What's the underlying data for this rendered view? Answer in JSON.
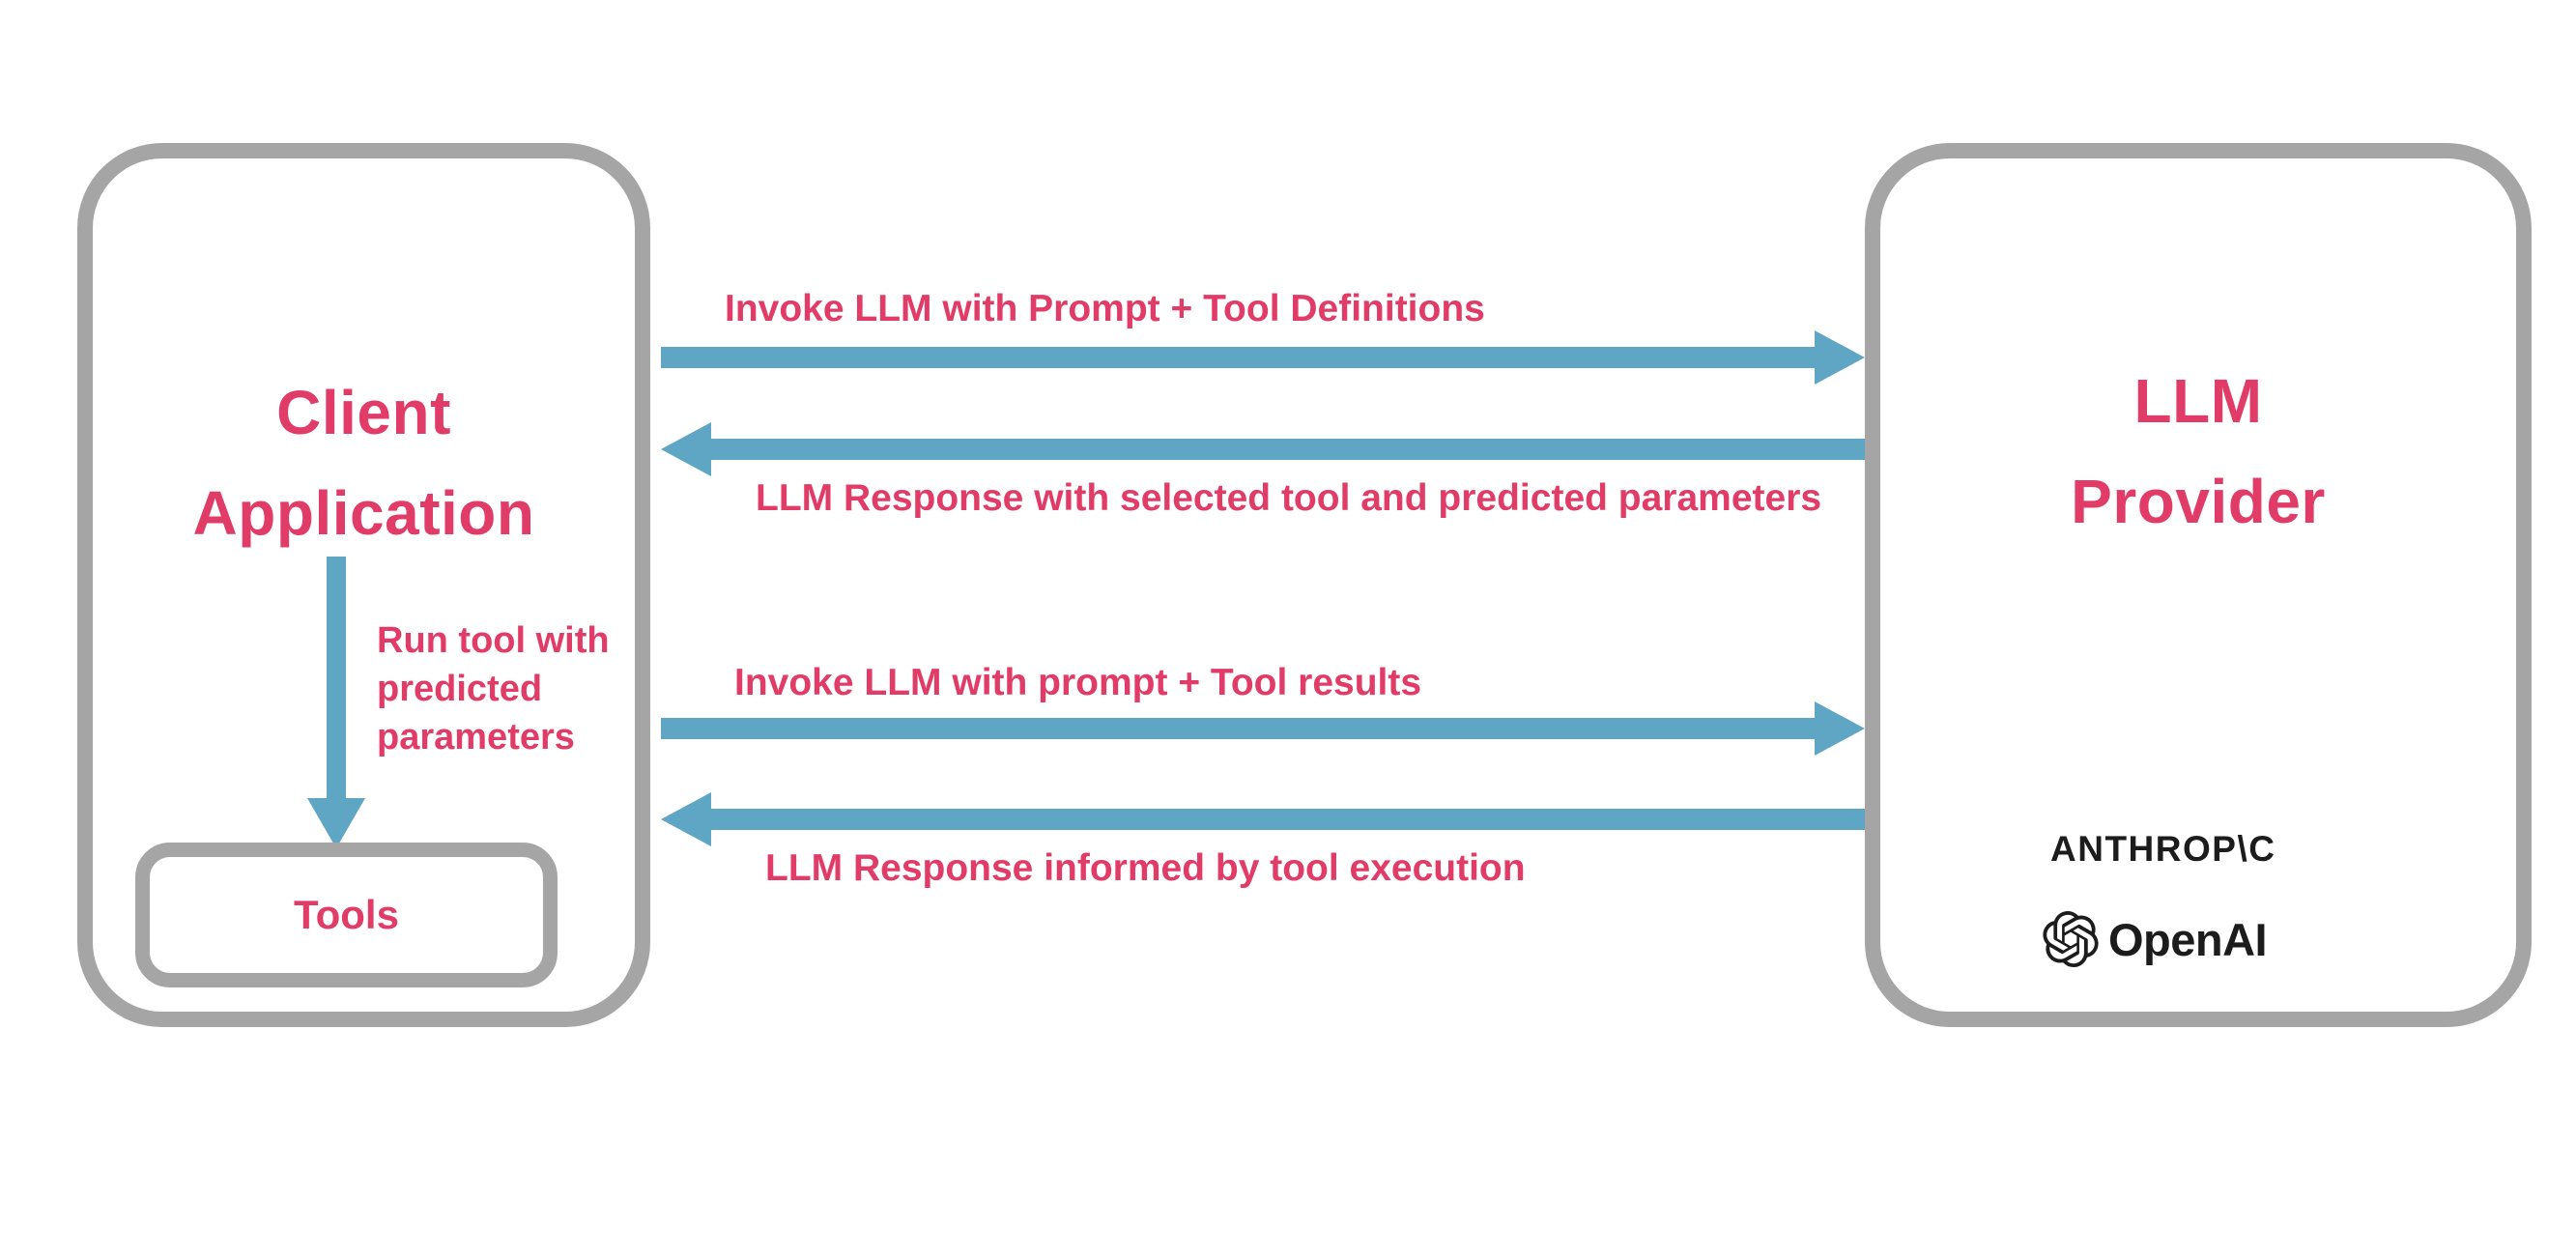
{
  "diagram": {
    "client_box": {
      "title_line1": "Client",
      "title_line2": "Application"
    },
    "tools_box": {
      "label": "Tools"
    },
    "run_tool_label": "Run tool with\npredicted\nparameters",
    "provider_box": {
      "title_line1": "LLM",
      "title_line2": "Provider",
      "anthropic_wordmark": "ANTHROP\\C",
      "openai_wordmark": "OpenAI"
    },
    "arrows": [
      {
        "direction": "right",
        "label": "Invoke LLM with Prompt + Tool Definitions"
      },
      {
        "direction": "left",
        "label": "LLM Response with selected tool and predicted parameters"
      },
      {
        "direction": "right",
        "label": "Invoke LLM with prompt + Tool results"
      },
      {
        "direction": "left",
        "label": "LLM Response informed by tool execution"
      }
    ],
    "colors": {
      "accent_pink": "#e13c68",
      "arrow_blue": "#5fa6c5",
      "border_gray": "#a5a5a5",
      "logo_black": "#1c1c1c",
      "background": "#ffffff"
    }
  }
}
